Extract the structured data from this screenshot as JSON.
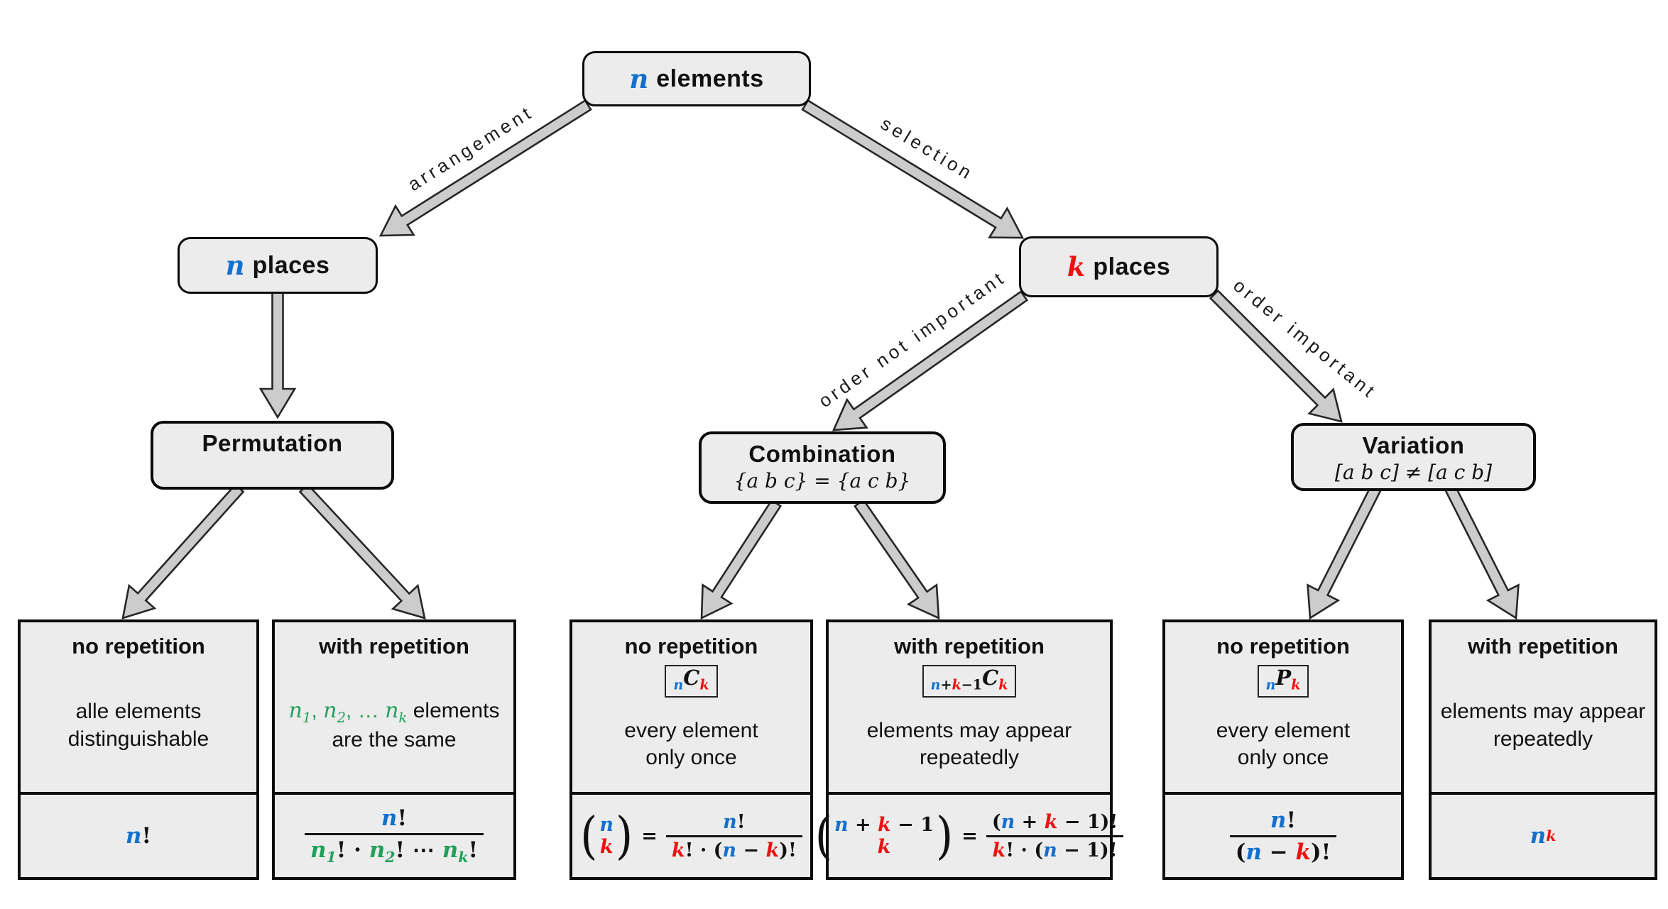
{
  "colors": {
    "blue": "#1470cd",
    "red": "#ee1111",
    "green": "#21a05c"
  },
  "root": {
    "var": "n",
    "label": "elements"
  },
  "edges": {
    "arrangement": "arrangement",
    "selection": "selection",
    "order_not_important": "order not important",
    "order_important": "order important"
  },
  "level2": {
    "n_places": {
      "var": "n",
      "label": "places"
    },
    "k_places": {
      "var": "k",
      "label": "places"
    }
  },
  "level3": {
    "permutation": {
      "title": "Permutation"
    },
    "combination": {
      "title": "Combination",
      "subtitle": "{a b c} = {a c b}"
    },
    "variation": {
      "title": "Variation",
      "subtitle": "[a b c] ≠ [a c b]"
    }
  },
  "cards": [
    {
      "title": "no repetition",
      "desc": [
        "alle elements",
        "distinguishable"
      ],
      "formula": [
        {
          "t": "n",
          "cls": "v b"
        },
        {
          "t": "!"
        }
      ]
    },
    {
      "title": "with repetition",
      "desc_math": [
        {
          "t": "n",
          "cls": "v g thin"
        },
        {
          "t": "1",
          "cls": "v g thin sub"
        },
        {
          "t": ", ",
          "cls": "g thin"
        },
        {
          "t": "n",
          "cls": "v g thin"
        },
        {
          "t": "2",
          "cls": "v g thin sub"
        },
        {
          "t": ", … ",
          "cls": "g thin"
        },
        {
          "t": "n",
          "cls": "v g thin"
        },
        {
          "t": "k",
          "cls": "v g thin sub"
        },
        {
          "t": " elements",
          "cls": "txt"
        }
      ],
      "desc2": "are the same",
      "formula": {
        "type": "frac",
        "num": [
          {
            "t": "n",
            "cls": "v b"
          },
          {
            "t": "!"
          }
        ],
        "den": [
          {
            "t": "n",
            "cls": "v g"
          },
          {
            "t": "1",
            "cls": "v g sub"
          },
          {
            "t": "!"
          },
          {
            "t": " · "
          },
          {
            "t": "n",
            "cls": "v g"
          },
          {
            "t": "2",
            "cls": "v g sub"
          },
          {
            "t": "!"
          },
          {
            "t": " ⋯ "
          },
          {
            "t": "n",
            "cls": "v g"
          },
          {
            "t": "k",
            "cls": "v g sub"
          },
          {
            "t": "!"
          }
        ]
      }
    },
    {
      "title": "no repetition",
      "badge": [
        {
          "t": "n",
          "cls": "v b sub"
        },
        {
          "t": "C",
          "cls": "v"
        },
        {
          "t": "k",
          "cls": "v r sub"
        }
      ],
      "desc": [
        "every element",
        "only once"
      ],
      "formula": {
        "type": "row",
        "items": [
          {
            "type": "binom",
            "top": [
              {
                "t": "n",
                "cls": "v b"
              }
            ],
            "bot": [
              {
                "t": "k",
                "cls": "v r"
              }
            ]
          },
          {
            "type": "tok",
            "t": "=",
            "cls": "eq"
          },
          {
            "type": "frac",
            "num": [
              {
                "t": "n",
                "cls": "v b"
              },
              {
                "t": "!"
              }
            ],
            "den": [
              {
                "t": "k",
                "cls": "v r"
              },
              {
                "t": "! · ("
              },
              {
                "t": "n",
                "cls": "v b"
              },
              {
                "t": " − "
              },
              {
                "t": "k",
                "cls": "v r"
              },
              {
                "t": ")!"
              }
            ]
          }
        ]
      }
    },
    {
      "title": "with repetition",
      "badge": [
        {
          "t": "n",
          "cls": "v b sub"
        },
        {
          "t": "+",
          "cls": "sub"
        },
        {
          "t": "k",
          "cls": "v r sub"
        },
        {
          "t": "−1",
          "cls": "sub"
        },
        {
          "t": "C",
          "cls": "v"
        },
        {
          "t": "k",
          "cls": "v r sub"
        }
      ],
      "desc": [
        "elements may appear",
        "repeatedly"
      ],
      "formula": {
        "type": "row",
        "items": [
          {
            "type": "binom",
            "top": [
              {
                "t": "n",
                "cls": "v b"
              },
              {
                "t": " + "
              },
              {
                "t": "k",
                "cls": "v r"
              },
              {
                "t": " − 1"
              }
            ],
            "bot": [
              {
                "t": "k",
                "cls": "v r"
              }
            ]
          },
          {
            "type": "tok",
            "t": "=",
            "cls": "eq"
          },
          {
            "type": "frac",
            "num": [
              {
                "t": "("
              },
              {
                "t": "n",
                "cls": "v b"
              },
              {
                "t": " + "
              },
              {
                "t": "k",
                "cls": "v r"
              },
              {
                "t": " − 1"
              },
              {
                "t": ")!"
              }
            ],
            "den": [
              {
                "t": "k",
                "cls": "v r"
              },
              {
                "t": "! · ("
              },
              {
                "t": "n",
                "cls": "v b"
              },
              {
                "t": " − 1)!"
              }
            ]
          }
        ]
      }
    },
    {
      "title": "no repetition",
      "badge": [
        {
          "t": "n",
          "cls": "v b sub"
        },
        {
          "t": "P",
          "cls": "v"
        },
        {
          "t": "k",
          "cls": "v r sub"
        }
      ],
      "desc": [
        "every element",
        "only once"
      ],
      "formula": {
        "type": "frac",
        "num": [
          {
            "t": "n",
            "cls": "v b"
          },
          {
            "t": "!"
          }
        ],
        "den": [
          {
            "t": "("
          },
          {
            "t": "n",
            "cls": "v b"
          },
          {
            "t": " − "
          },
          {
            "t": "k",
            "cls": "v r"
          },
          {
            "t": ")!"
          }
        ]
      }
    },
    {
      "title": "with repetition",
      "desc": [
        "elements may appear",
        "repeatedly"
      ],
      "formula": [
        {
          "t": "n",
          "cls": "v b"
        },
        {
          "t": "k",
          "cls": "v r sup"
        }
      ]
    }
  ]
}
